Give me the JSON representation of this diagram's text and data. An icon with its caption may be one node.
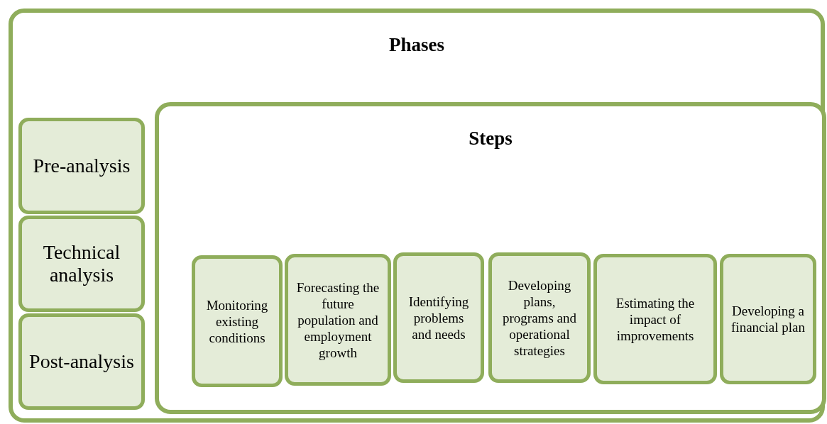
{
  "diagram": {
    "nodes": [
      {
        "text": [
          "Phases"
        ]
      },
      {
        "text": [
          "Pre-analysis"
        ],
        "in": 0
      },
      {
        "text": [
          "Technical analysis"
        ],
        "in": 0
      },
      {
        "text": [
          "Post-analysis"
        ],
        "in": 0
      },
      {
        "text": [
          "Steps"
        ],
        "in": 0
      },
      {
        "text": [
          "Monitoring existing conditions"
        ],
        "in": 4
      },
      {
        "text": [
          "Forecasting the future population and employment growth"
        ],
        "in": 4
      },
      {
        "text": [
          "Identifying problems and needs"
        ],
        "in": 4
      },
      {
        "text": [
          "Developing plans, programs and operational strategies"
        ],
        "in": 4
      },
      {
        "text": [
          "Estimating the impact of improvements"
        ],
        "in": 4
      },
      {
        "text": [
          "Developing a financial plan"
        ],
        "in": 4
      }
    ],
    "edges": []
  }
}
